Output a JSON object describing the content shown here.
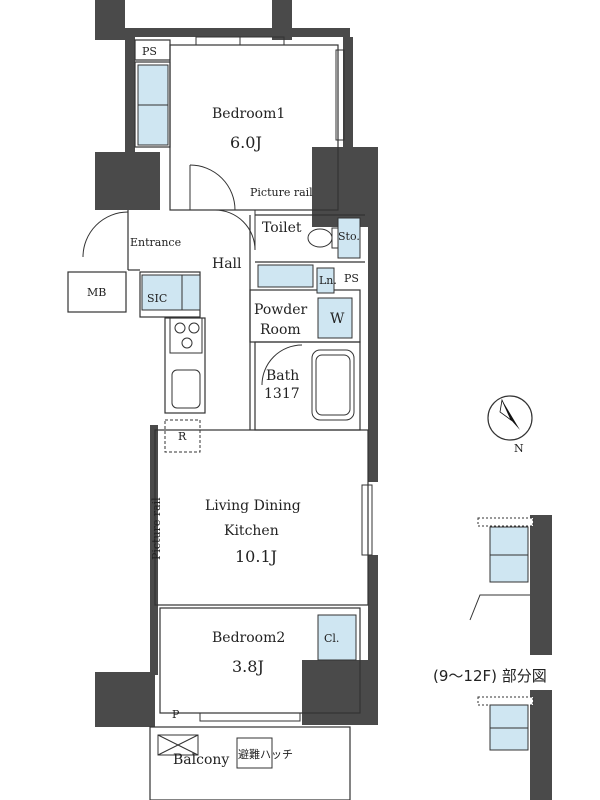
{
  "rooms": {
    "bedroom1": {
      "name": "Bedroom1",
      "size": "6.0J"
    },
    "living": {
      "name_line1": "Living Dining",
      "name_line2": "Kitchen",
      "size": "10.1J"
    },
    "bedroom2": {
      "name": "Bedroom2",
      "size": "3.8J"
    },
    "bath": {
      "name": "Bath",
      "size": "1317"
    },
    "powder": {
      "name_line1": "Powder",
      "name_line2": "Room"
    },
    "toilet": "Toilet",
    "hall": "Hall",
    "entrance": "Entrance",
    "balcony": "Balcony"
  },
  "labels": {
    "ps_top": "PS",
    "ps_mid": "PS",
    "mb": "MB",
    "sic": "SIC",
    "sto": "Sto.",
    "ln": "Ln.",
    "washer": "W",
    "fridge": "R",
    "closet": "Cl.",
    "picture_rail_1": "Picture rail",
    "picture_rail_2": "Picture rail",
    "p": "P",
    "emergency": "避難ハッチ"
  },
  "inset": {
    "caption": "(9〜12F) 部分図"
  },
  "compass": {
    "north": "N"
  },
  "colors": {
    "wall": "#4a4a4a",
    "fixture": "#cfe6f2",
    "line": "#333333"
  }
}
